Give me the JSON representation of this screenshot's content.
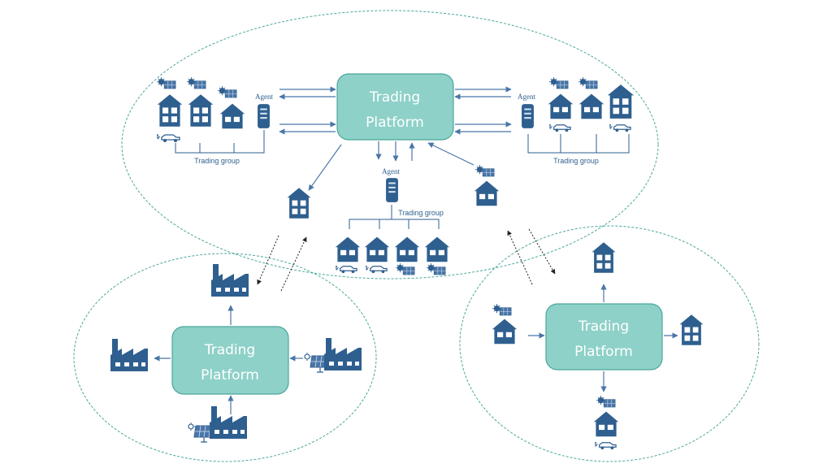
{
  "platforms": {
    "main": {
      "line1": "Trading",
      "line2": "Platform"
    },
    "left": {
      "line1": "Trading",
      "line2": "Platform"
    },
    "right": {
      "line1": "Trading",
      "line2": "Platform"
    }
  },
  "labels": {
    "agent_left": "Agent",
    "agent_right": "Agent",
    "agent_center": "Agent",
    "group_left": "Trading group",
    "group_right": "Trading group",
    "group_center": "Trading group"
  },
  "colors": {
    "icon": "#2e5f8f",
    "platform_fill": "#8ed1c8",
    "platform_stroke": "#4aa79b",
    "ellipse": "#4aa79b",
    "arrow": "#4a76a8"
  }
}
